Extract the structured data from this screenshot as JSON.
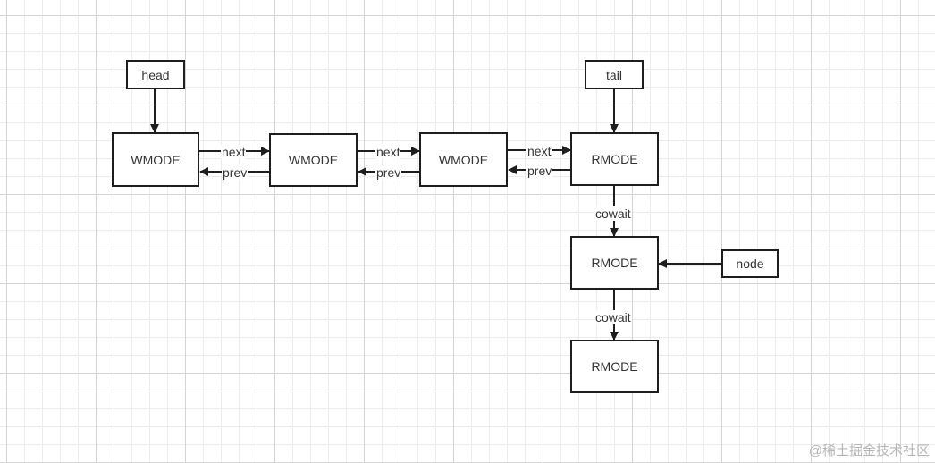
{
  "diagram": {
    "pointers": {
      "head": "head",
      "tail": "tail",
      "node": "node"
    },
    "queue_nodes": [
      "WMODE",
      "WMODE",
      "WMODE",
      "RMODE"
    ],
    "cowait_nodes": [
      "RMODE",
      "RMODE"
    ],
    "edge_labels": {
      "next": "next",
      "prev": "prev",
      "cowait": "cowait"
    }
  },
  "watermark": "@稀土掘金技术社区",
  "colors": {
    "stroke": "#1e1e1e",
    "text": "#333333",
    "grid": "#d4d4d4"
  }
}
